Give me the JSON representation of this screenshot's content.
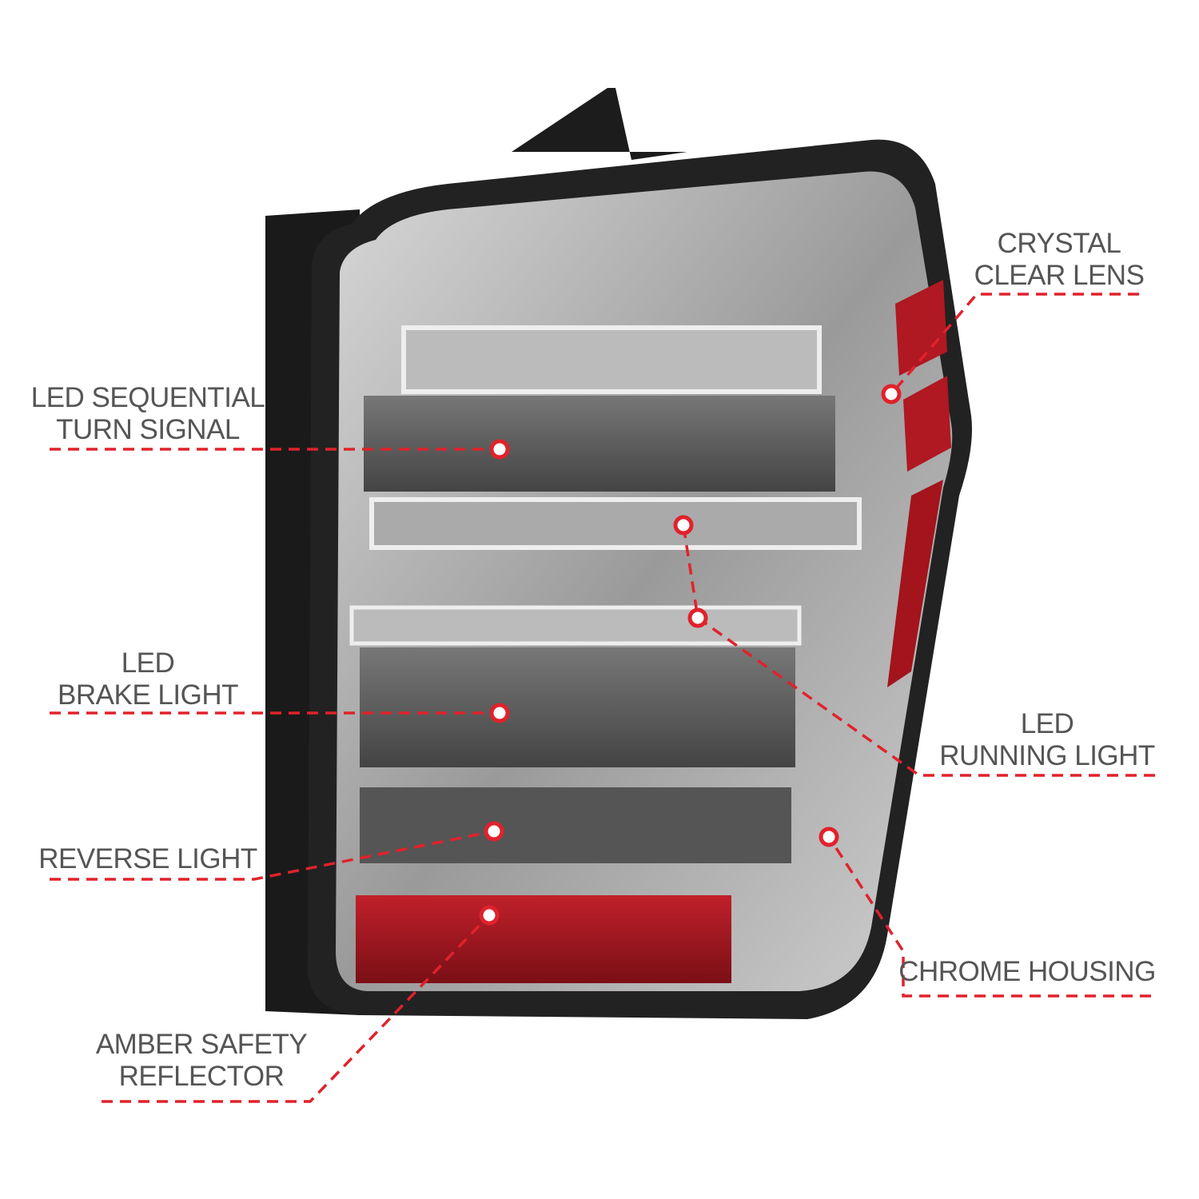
{
  "colors": {
    "accent": "#e0222b",
    "text": "#555555"
  },
  "callouts": [
    {
      "id": "crystal-clear-lens",
      "lines": [
        "CRYSTAL",
        "CLEAR LENS"
      ]
    },
    {
      "id": "led-sequential-turn-signal",
      "lines": [
        "LED SEQUENTIAL",
        "TURN SIGNAL"
      ]
    },
    {
      "id": "led-brake-light",
      "lines": [
        "LED",
        "BRAKE LIGHT"
      ]
    },
    {
      "id": "led-running-light",
      "lines": [
        "LED",
        "RUNNING LIGHT"
      ]
    },
    {
      "id": "reverse-light",
      "lines": [
        "REVERSE LIGHT"
      ]
    },
    {
      "id": "chrome-housing",
      "lines": [
        "CHROME HOUSING"
      ]
    },
    {
      "id": "amber-safety-reflector",
      "lines": [
        "AMBER SAFETY",
        "REFLECTOR"
      ]
    }
  ]
}
